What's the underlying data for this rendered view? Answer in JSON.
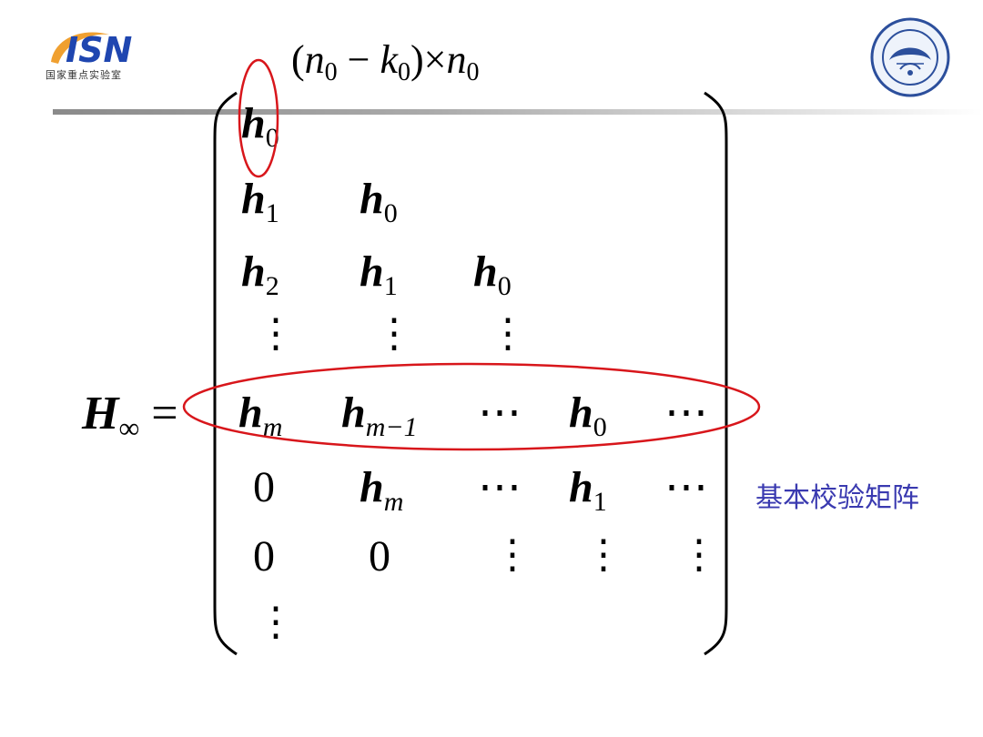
{
  "header": {
    "logo_mark": "ISN",
    "logo_caption": "国家重点实验室"
  },
  "dimension": {
    "n": "n",
    "k": "k",
    "sub": "0",
    "minus": "−",
    "times": "×"
  },
  "lhs": {
    "symbol": "H",
    "subscript": "∞",
    "equals": "="
  },
  "matrix": {
    "h": "h",
    "sub_0": "0",
    "sub_1": "1",
    "sub_2": "2",
    "sub_m": "m",
    "sub_m1": "m−1",
    "zero": "0",
    "hdots": "⋯",
    "vdots": "⋮"
  },
  "caption": "基本校验矩阵",
  "colors": {
    "annotation_red": "#d8161b",
    "caption_blue": "#3a3ab0",
    "logo_blue": "#1f46b0",
    "logo_orange": "#f0a030"
  }
}
